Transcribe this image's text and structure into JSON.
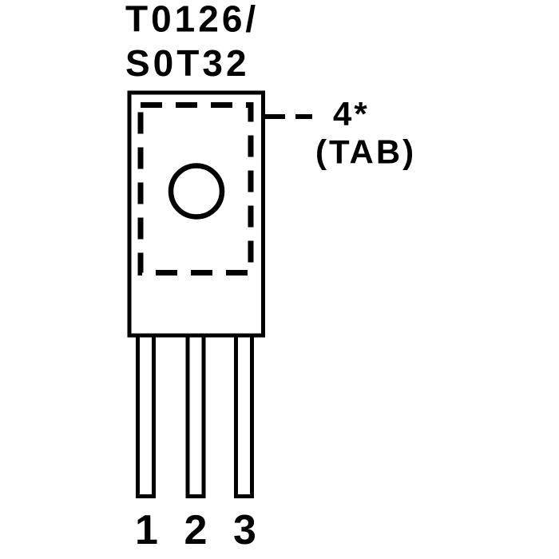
{
  "diagram": {
    "title_line1": "T0126/",
    "title_line2": "S0T32",
    "tab_callout": {
      "label": "4*",
      "sublabel": "(TAB)"
    },
    "pins": {
      "labels": [
        "1",
        "2",
        "3"
      ]
    },
    "colors": {
      "ink": "#000000",
      "background": "#ffffff"
    }
  }
}
